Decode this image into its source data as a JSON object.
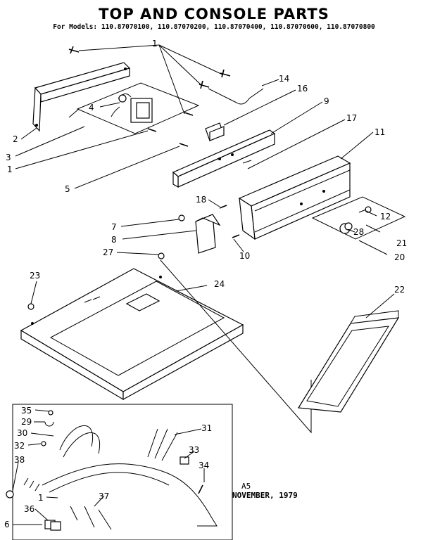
{
  "header": {
    "title": "TOP AND CONSOLE PARTS",
    "models": "For Models: 110.87070100, 110.87070200, 110.87070400, 110.87070600, 110.87070800"
  },
  "footer": {
    "code": "A5",
    "date": "NOVEMBER, 1979"
  },
  "callouts": {
    "c1": "1",
    "c1b": "1",
    "c1c": "1",
    "c2": "2",
    "c3": "3",
    "c4": "4",
    "c5": "5",
    "c6": "6",
    "c7": "7",
    "c8": "8",
    "c9": "9",
    "c10": "10",
    "c11": "11",
    "c12": "12",
    "c14": "14",
    "c16": "16",
    "c17": "17",
    "c18": "18",
    "c20": "20",
    "c21": "21",
    "c22": "22",
    "c23": "23",
    "c24": "24",
    "c27": "27",
    "c28": "28",
    "c29": "29",
    "c30": "30",
    "c31": "31",
    "c32": "32",
    "c33": "33",
    "c34": "34",
    "c35": "35",
    "c36": "36",
    "c37": "37",
    "c38": "38"
  }
}
